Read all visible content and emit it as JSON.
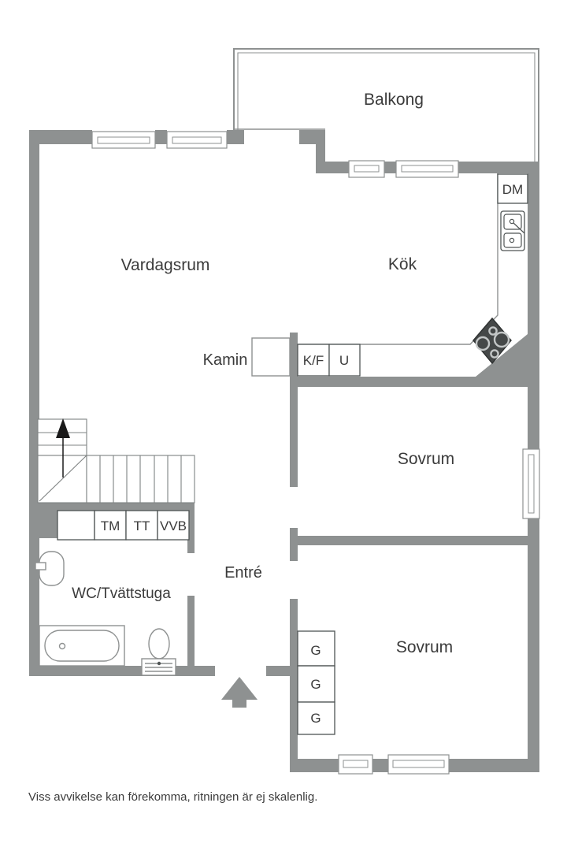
{
  "floor_plan": {
    "labels": {
      "balcony": "Balkong",
      "living_room": "Vardagsrum",
      "kitchen": "Kök",
      "fireplace": "Kamin",
      "fridge_freezer": "K/F",
      "oven": "U",
      "dishwasher": "DM",
      "bedroom_middle": "Sovrum",
      "bedroom_bottom": "Sovrum",
      "entry": "Entré",
      "wc_laundry": "WC/Tvättstuga",
      "washing_machine": "TM",
      "dryer": "TT",
      "water_heater": "VVB",
      "wardrobe_top": "G",
      "wardrobe_middle": "G",
      "wardrobe_bottom": "G"
    },
    "disclaimer": "Viss avvikelse kan förekomma, ritningen är ej skalenlig.",
    "colors": {
      "background": "#ffffff",
      "wall": "#8e9191",
      "fixture_outline": "#8e9191",
      "appliance_outline": "#4f5454",
      "stair_line": "#7f8383",
      "stove_fill": "#454848",
      "arrow_black": "#1a1a1a",
      "label_text": "#3b3b3b"
    }
  }
}
